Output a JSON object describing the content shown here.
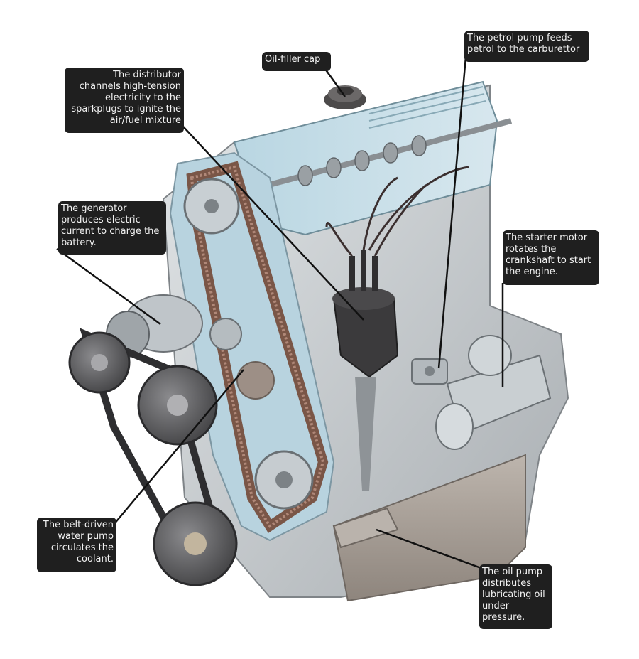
{
  "diagram": {
    "labels": {
      "oil_filler_cap": "Oil-filler cap",
      "petrol_pump": "The petrol pump feeds\npetrol to the carburettor",
      "distributor": "The distributor\nchannels high-tension\nelectricity to the\nsparkplugs to ignite the\nair/fuel mixture",
      "generator": "The generator\nproduces electric\ncurrent to charge the\nbattery.",
      "starter_motor": "The starter motor\nrotates the\ncrankshaft to start\nthe engine.",
      "water_pump": "The belt-driven\nwater pump\ncirculates the\ncoolant.",
      "oil_pump": "The oil pump\ndistributes\nlubricating oil\nunder\npressure."
    },
    "colors": {
      "engine_body": "#c9cfd3",
      "cam_cover": "#a9c9d6",
      "belt": "#6e4b3e",
      "pulley": "#5a5a5c",
      "callout_bg": "#1f1f1f",
      "leader_line": "#111111"
    }
  }
}
